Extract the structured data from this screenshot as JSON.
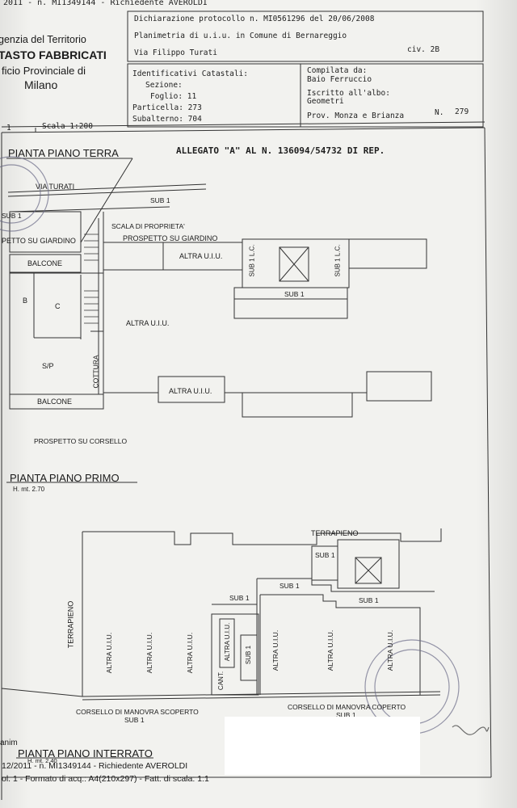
{
  "top_strip": "2011 - n. MI1349144 - Richiedente AVEROLDI",
  "agency": {
    "line1": "genzia del Territorio",
    "line2": "TASTO FABBRICATI",
    "line3": "ficio Provinciale di",
    "line4": "Milano"
  },
  "declaration": {
    "number_line": "Dichiarazione protocollo n. MI0561296 del 20/06/2008",
    "plan_line": "Planimetria di u.i.u. in Comune di Bernareggio",
    "address": "Via Filippo Turati",
    "civic": "civ. 2B"
  },
  "cadastral": {
    "heading": "Identificativi Catastali:",
    "sezione": "Sezione:",
    "foglio": "Foglio: 11",
    "particella": "Particella: 273",
    "subalterno": "Subalterno: 704"
  },
  "compiled": {
    "heading": "Compilata da:",
    "name": "Baio Ferruccio",
    "register_label": "Iscritto all'albo:",
    "register_value": "Geometri",
    "province": "Prov. Monza e Brianza",
    "number_label": "N.",
    "number_value": "279"
  },
  "scale": {
    "sheet": "1",
    "label": "Scala 1:200"
  },
  "allegato": "ALLEGATO \"A\" AL N. 136094/54732 DI REP.",
  "ground_floor": {
    "title": "PIANTA PIANO TERRA",
    "via": "VIA TURATI",
    "sub1_a": "SUB 1",
    "sub1_b": "SUB 1",
    "property_line": "SCALA DI PROPRIETA'",
    "garden_left": "PETTO SU GIARDINO",
    "garden_right": "PROSPETTO SU GIARDINO",
    "balcony_top": "BALCONE",
    "room_b": "B",
    "room_c": "C",
    "room_sp": "S/P",
    "cottura": "COTTURA",
    "balcony_bottom": "BALCONE",
    "altra_1": "ALTRA U.I.U.",
    "altra_2": "ALTRA U.I.U.",
    "altra_3": "ALTRA U.I.U.",
    "sub1_lc_left": "SUB 1 L.C.",
    "sub1_lc_right": "SUB 1 L.C.",
    "sub1_stair": "SUB 1",
    "corsello": "PROSPETTO SU CORSELLO"
  },
  "first_floor": {
    "title": "PIANTA PIANO PRIMO",
    "height": "H. mt. 2.70"
  },
  "basement": {
    "terrapieno_top": "TERRAPIENO",
    "terrapieno_side": "TERRAPIENO",
    "sub1_a": "SUB 1",
    "sub1_b": "SUB 1",
    "sub1_c": "SUB 1",
    "sub1_d": "SUB 1",
    "sub1_e": "SUB 1",
    "altra_list": [
      "ALTRA U.I.U.",
      "ALTRA U.I.U.",
      "ALTRA U.I.U.",
      "ALTRA U.I.U.",
      "ALTRA U.I.U.",
      "ALTRA U.I.U.",
      "ALTRA U.I.U."
    ],
    "cant": "CANT.",
    "corsello_left": "CORSELLO DI MANOVRA SCOPERTO",
    "corsello_left_sub": "SUB 1",
    "corsello_right": "CORSELLO DI MANOVRA COPERTO",
    "corsello_right_sub": "SUB 1",
    "title": "PIANTA PIANO INTERRATO",
    "height": "H. mt. 2.40"
  },
  "footer": {
    "line1_prefix": "anim",
    "line2": "12/2011 - n. MI1349144 - Richiedente AVEROLDI",
    "line3": "ol. 1 - Formato di acq.: A4(210x297) - Fatt. di scala: 1:1"
  }
}
